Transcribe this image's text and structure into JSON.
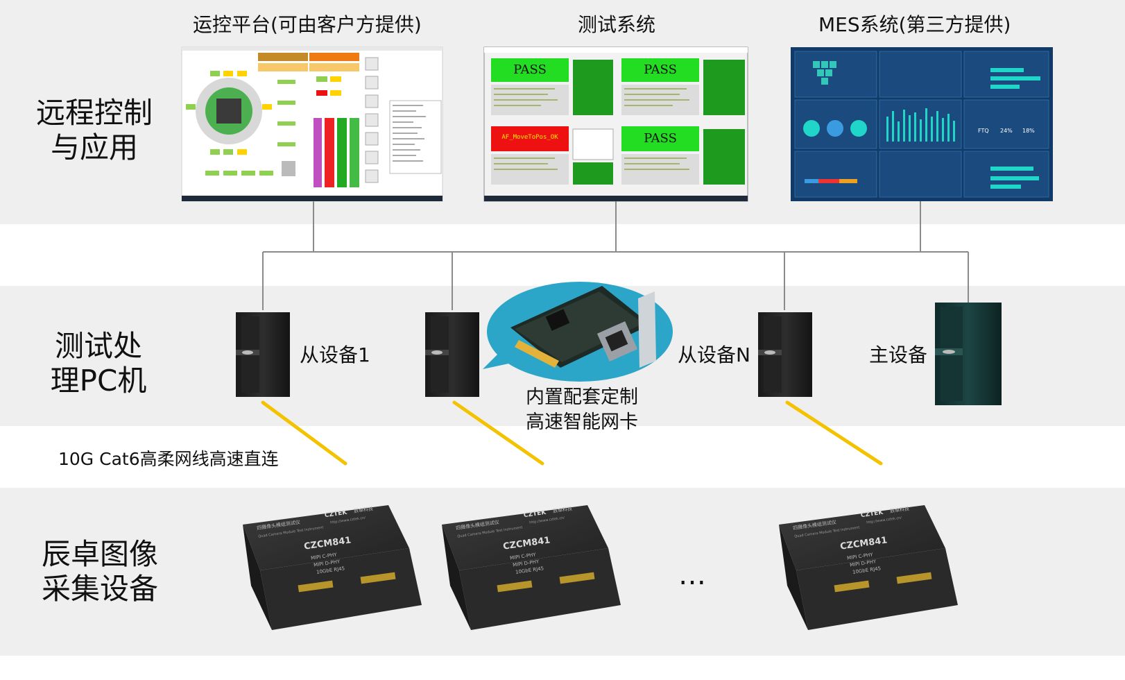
{
  "sections": {
    "remote": {
      "line1": "远程控制",
      "line2": "与应用"
    },
    "pc": {
      "line1": "测试处",
      "line2": "理PC机"
    },
    "capture": {
      "line1": "辰卓图像",
      "line2": "采集设备"
    }
  },
  "screens": {
    "ops": {
      "title": "运控平台(可由客户方提供)"
    },
    "test": {
      "title": "测试系统",
      "pass": "PASS",
      "fail": "AF_MoveToPos_OK"
    },
    "mes": {
      "title": "MES系统(第三方提供)",
      "ftq": "FTQ",
      "fail_rate": "24%",
      "pass_rate": "18%"
    }
  },
  "devices": {
    "slave1": "从设备1",
    "slaveN": "从设备N",
    "master": "主设备",
    "nic_line1": "内置配套定制",
    "nic_line2": "高速智能网卡"
  },
  "cable": "10G Cat6高柔网线高速直连",
  "capture_device": {
    "model": "CZCM841",
    "brand": "CZTEK",
    "brand_cn": "辰卓科技",
    "url": "http://www.cztek.cn/",
    "spec1": "MIPI C-PHY",
    "spec2": "MIPI D-PHY",
    "spec3": "10GbE RJ45",
    "cn_name": "四摄像头模组测试仪",
    "en_name": "Quad Camera Module Test Instrument"
  },
  "ellipsis": "…",
  "colors": {
    "pass": "#22dd22",
    "fail": "#ee1111",
    "cable": "#f3c200",
    "bubble": "#2ba6c8",
    "mes_bg": "#123a66"
  }
}
